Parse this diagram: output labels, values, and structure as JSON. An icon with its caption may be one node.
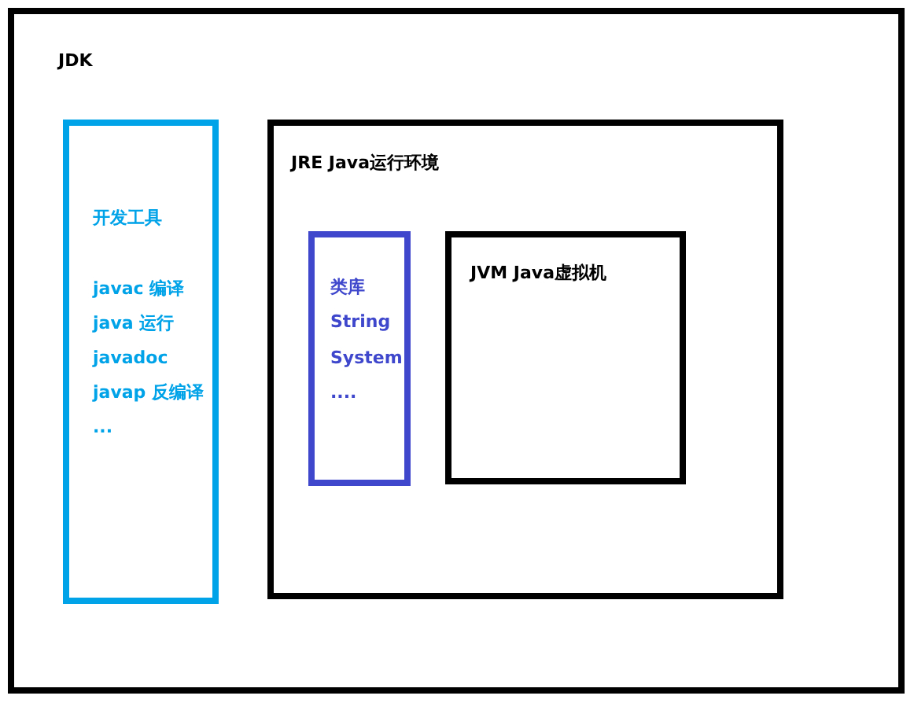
{
  "diagram": {
    "nodes": [
      {
        "text": [
          "JDK"
        ]
      },
      {
        "text": [
          "开发工具",
          "javac 编译",
          "java 运行",
          "javadoc",
          "javap 反编译",
          "..."
        ],
        "in": 0
      },
      {
        "text": [
          "JRE Java运行环境"
        ],
        "in": 0
      },
      {
        "text": [
          "类库",
          "String",
          "System",
          "...."
        ],
        "in": 2
      },
      {
        "text": [
          "JVM Java虚拟机"
        ],
        "in": 2
      }
    ]
  }
}
